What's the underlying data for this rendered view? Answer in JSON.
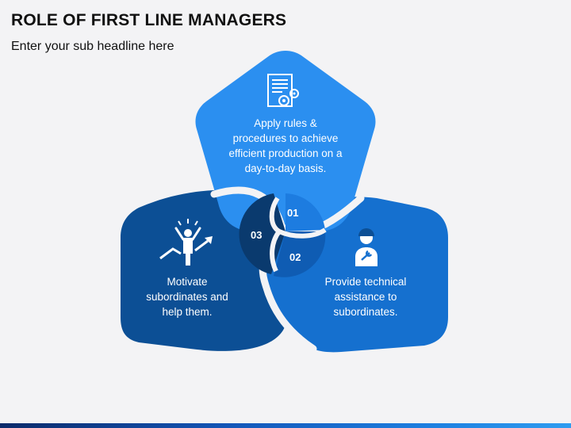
{
  "header": {
    "title": "ROLE OF FIRST LINE MANAGERS",
    "subtitle": "Enter your sub headline here"
  },
  "cards": [
    {
      "number": "01",
      "text": "Apply rules & procedures to achieve efficient production on a day-to-day basis.",
      "icon": "document-gear-icon",
      "color": "#2b8ff0"
    },
    {
      "number": "02",
      "text": "Provide technical assistance to subordinates.",
      "icon": "technician-icon",
      "color": "#1570cf"
    },
    {
      "number": "03",
      "text": "Motivate subordinates and help them.",
      "icon": "motivation-growth-icon",
      "color": "#0c4f95"
    }
  ],
  "colors": {
    "background": "#f3f3f5",
    "light_blue": "#2b8ff0",
    "mid_blue": "#1570cf",
    "dark_blue": "#0c4f95",
    "center_disc": "#0a3a6e"
  }
}
